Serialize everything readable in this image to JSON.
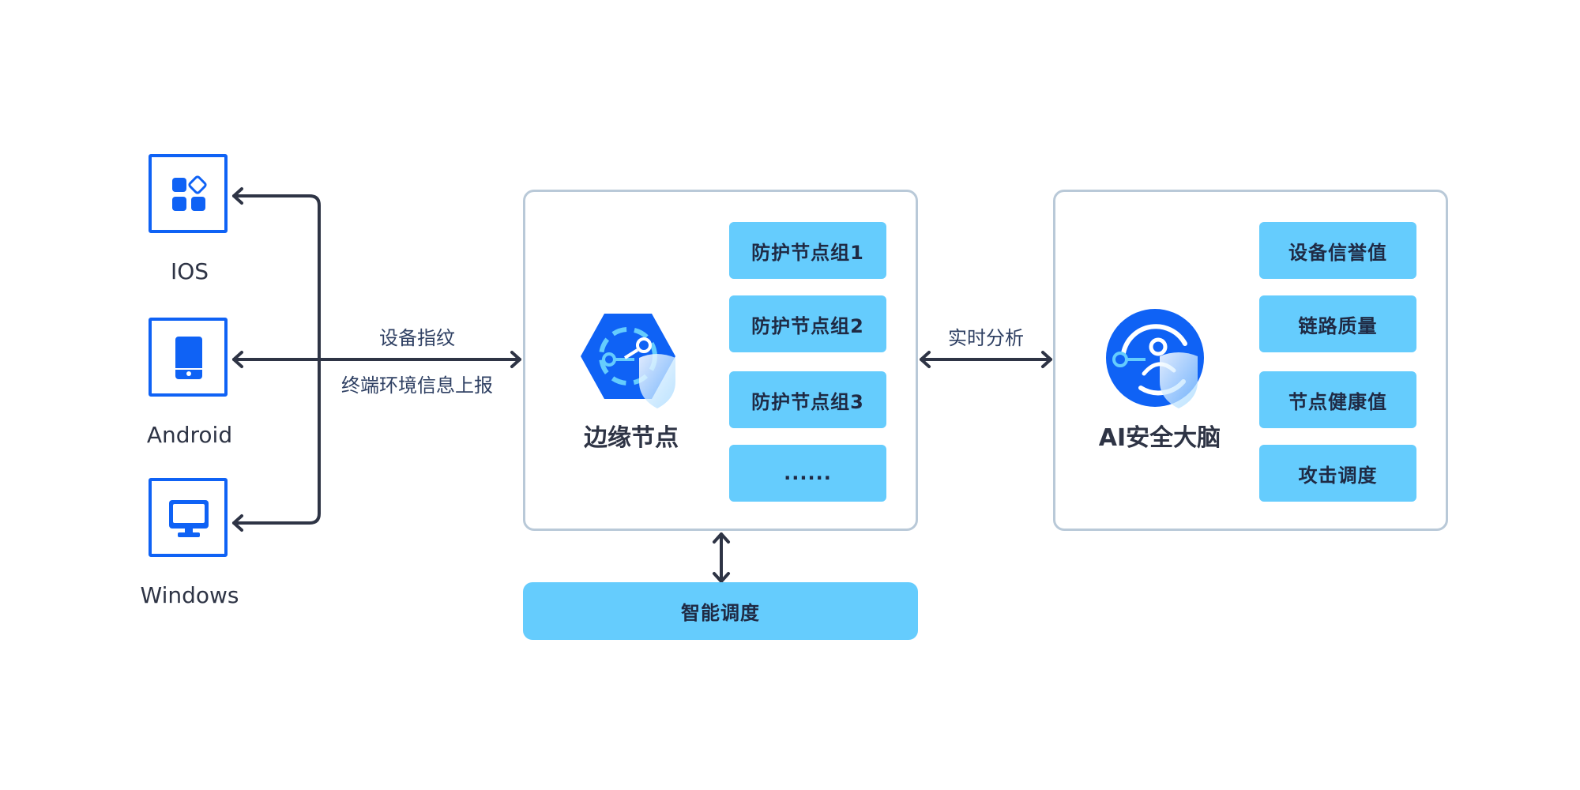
{
  "devices": [
    {
      "label": "IOS",
      "icon": "apps-grid-icon"
    },
    {
      "label": "Android",
      "icon": "mobile-phone-icon"
    },
    {
      "label": "Windows",
      "icon": "monitor-icon"
    }
  ],
  "edges": {
    "device_to_edge_top": "设备指纹",
    "device_to_edge_bottom": "终端环境信息上报",
    "edge_to_brain": "实时分析"
  },
  "edge_node": {
    "label": "边缘节点",
    "icon": "edge-node-shield-icon",
    "groups": [
      "防护节点组1",
      "防护节点组2",
      "防护节点组3",
      "......"
    ]
  },
  "ai_brain": {
    "label": "AI安全大脑",
    "icon": "ai-brain-shield-icon",
    "items": [
      "设备信誉值",
      "链路质量",
      "节点健康值",
      "攻击调度"
    ]
  },
  "scheduler": {
    "label": "智能调度"
  },
  "colors": {
    "primary_blue": "#0f62f5",
    "chip_blue": "#65ccfd",
    "panel_border": "#b9c9d8",
    "line_dark": "#2e3445"
  }
}
